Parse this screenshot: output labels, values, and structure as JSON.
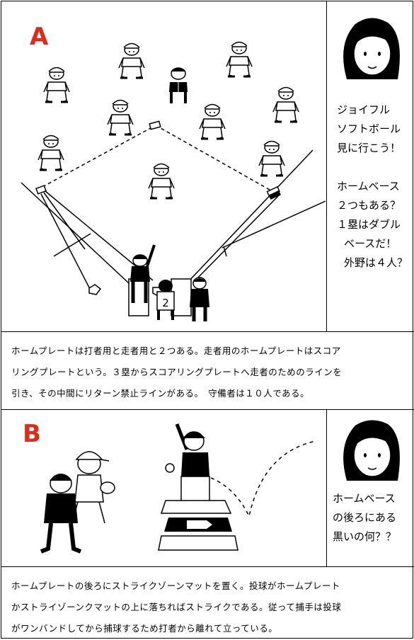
{
  "panel_a": {
    "label": "A",
    "speech": [
      "ジョイフル",
      "ソフトボール",
      "見に行こう！",
      "",
      "ホームベース",
      "２つもある？",
      "１塁はダブル",
      "ベースだ！",
      "外野は４人？"
    ],
    "player_number": "2",
    "caption": [
      "ホームプレートは打者用と走者用と２つある。走者用のホームプレートはスコア",
      "リングプレートという。３塁からスコアリングプレートへ走者のためのラインを",
      "引き、その中間にリターン禁止ラインがある。　守備者は１０人である。"
    ]
  },
  "panel_b": {
    "label": "B",
    "speech": [
      "ホームベース",
      "の後ろにある",
      "黒いの何？？"
    ],
    "caption": [
      "ホームプレートの後ろにストライクゾーンマットを置く。投球がホームプレート",
      "かストライゾーンクマットの上に落ちればストライクである。従って捕手は投球",
      "がワンバンドしてから捕球するため打者から離れて立っている。"
    ]
  },
  "colors": {
    "label": "#e02a1a",
    "ink": "#000000"
  }
}
